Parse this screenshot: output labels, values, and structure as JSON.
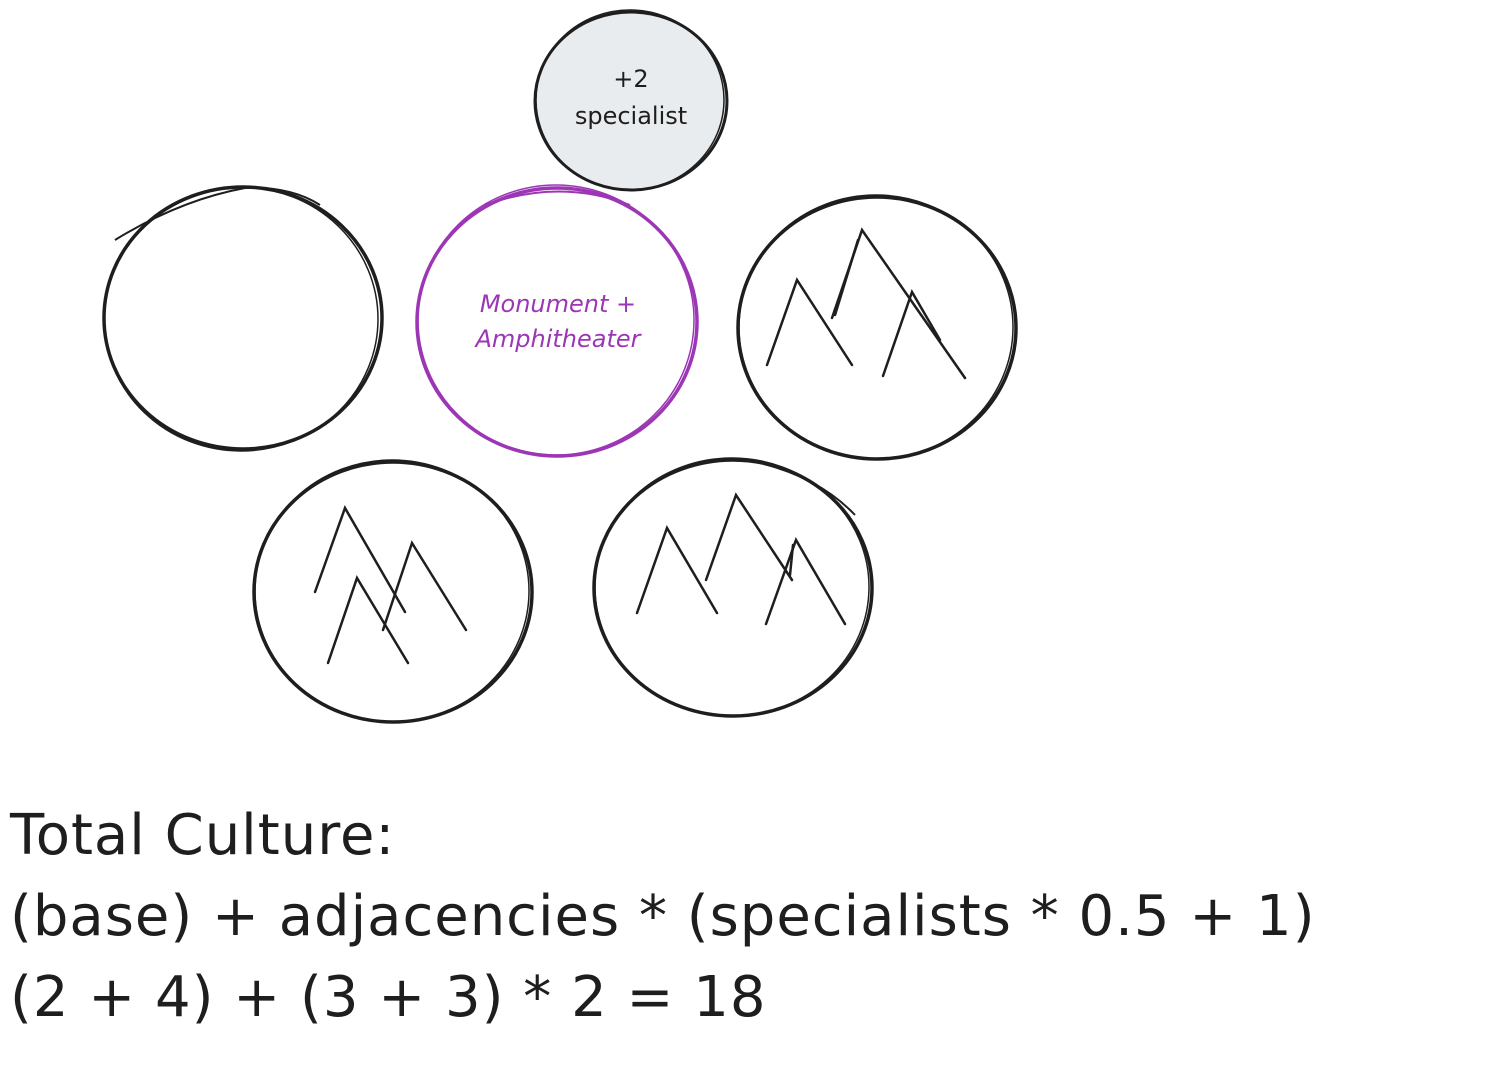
{
  "nodes": {
    "specialist": {
      "line1": "+2",
      "line2": "specialist"
    },
    "center": {
      "line1": "Monument +",
      "line2": "Amphitheater"
    },
    "left": {},
    "mountain_right": {
      "icon": "mountain-icon"
    },
    "mountain_bottom_left": {
      "icon": "mountain-icon"
    },
    "mountain_bottom_right": {
      "icon": "mountain-icon"
    }
  },
  "formula": {
    "heading": "Total Culture:",
    "expression": "(base) + adjacencies * (specialists * 0.5 + 1)",
    "calculation": "(2 + 4) + (3 + 3) * 2 = 18"
  },
  "colors": {
    "stroke": "#1e1e1e",
    "accent": "#9c36b5",
    "specialist_fill": "#e9ecef"
  }
}
